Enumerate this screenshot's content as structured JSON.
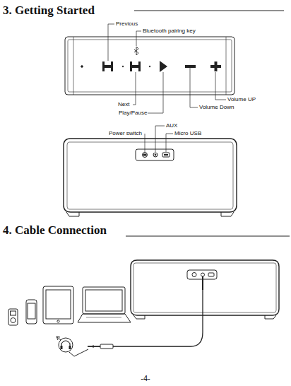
{
  "diagram": {
    "title": "3. Getting Started",
    "labels": [
      "Previous",
      "Bluetooth pairing key",
      "Next",
      "Play/Pause",
      "Volume Down",
      "Volume UP",
      "Power switch",
      "AUX",
      "Micro USB",
      "4. Cable Connection",
      "-4-"
    ]
  }
}
